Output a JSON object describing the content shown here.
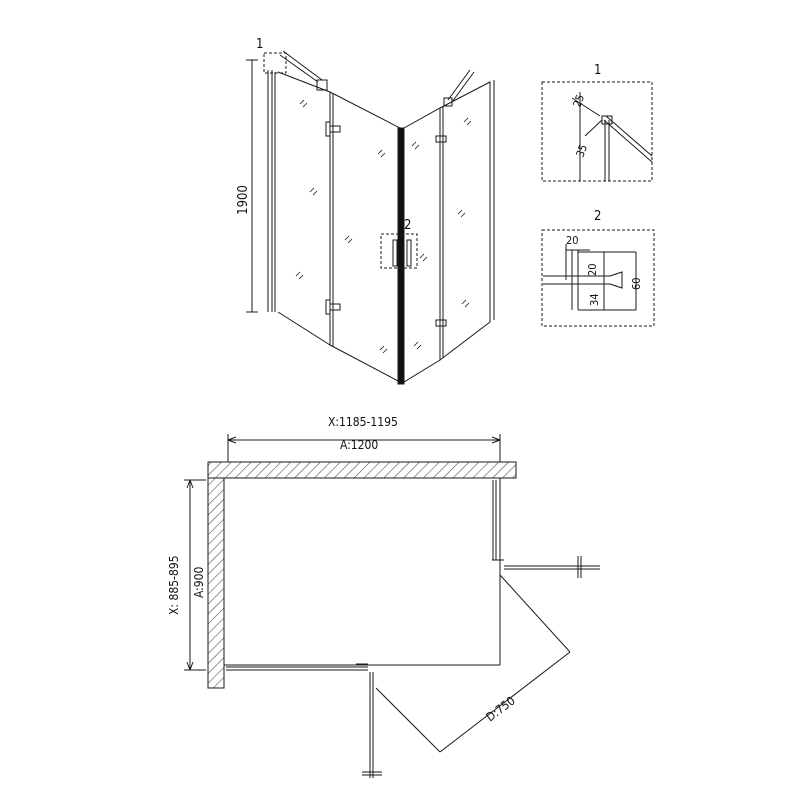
{
  "drawing": {
    "perspective": {
      "height_label": "1900",
      "callout_1": "1",
      "callout_2": "2"
    },
    "detail_1": {
      "title": "1",
      "dim_a": "25",
      "dim_b": "35"
    },
    "detail_2": {
      "title": "2",
      "dim_top": "20",
      "dim_mid": "20",
      "dim_low": "34",
      "dim_right": "60"
    },
    "plan": {
      "width_range": "X:1185-1195",
      "width_nominal": "A:1200",
      "depth_range": "X: 885-895",
      "depth_nominal": "A:900",
      "door_swing": "D:750"
    }
  },
  "colors": {
    "line": "#1a1a1a",
    "hatch": "#555555"
  }
}
